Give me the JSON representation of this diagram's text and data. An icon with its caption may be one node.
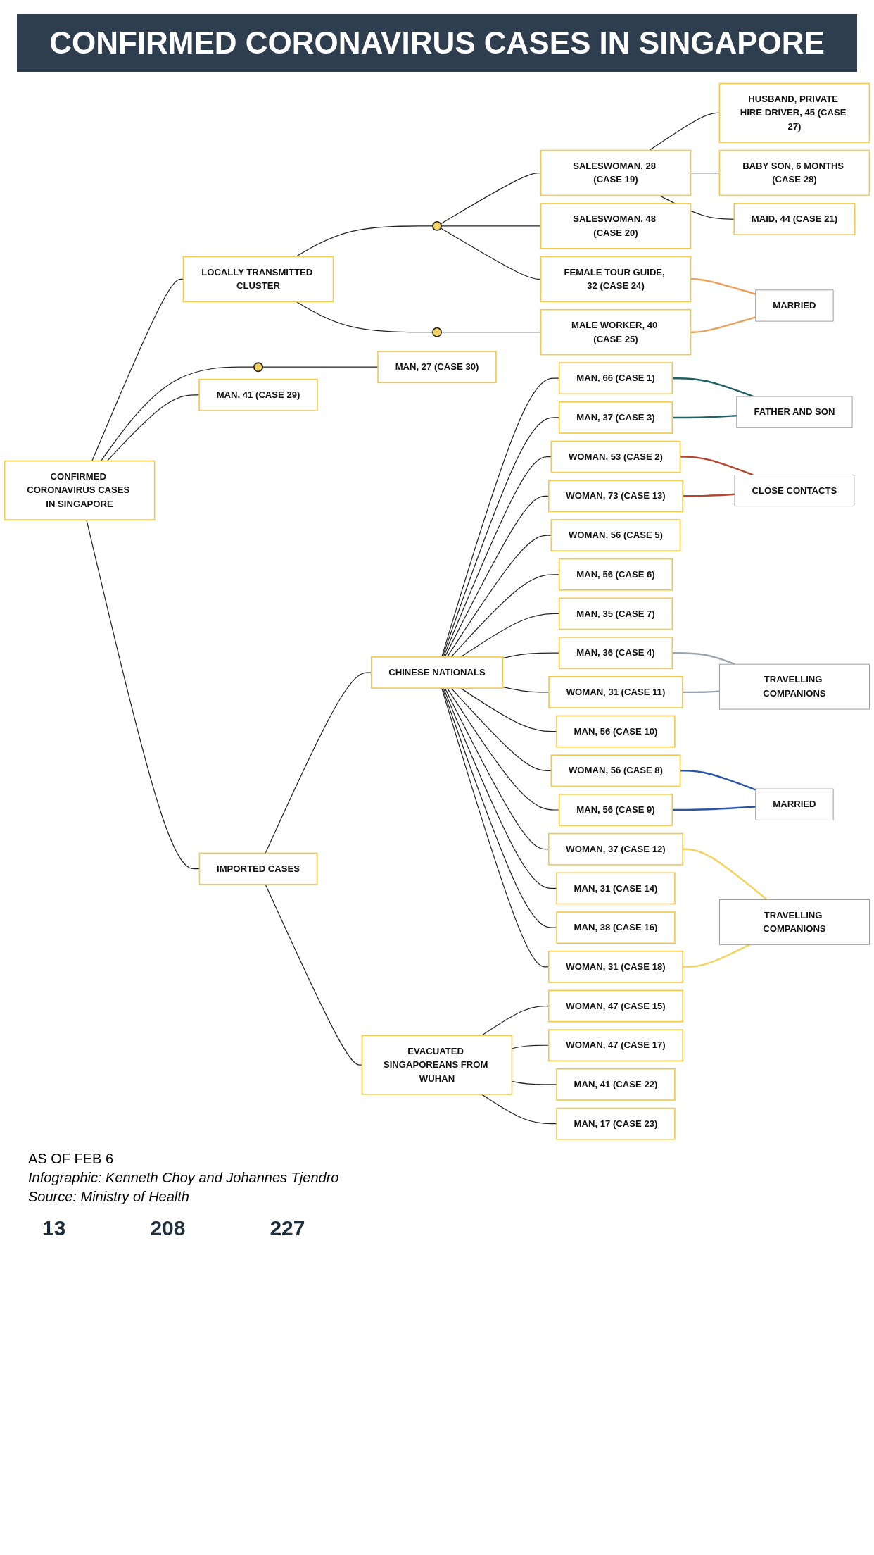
{
  "diagram": {
    "title": "CONFIRMED CORONAVIRUS CASES IN SINGAPORE",
    "nodes": [
      {
        "text": [
          "CONFIRMED CORONAVIRUS CASES IN SINGAPORE"
        ]
      },
      {
        "text": [
          "LOCALLY TRANSMITTED CLUSTER"
        ]
      },
      {
        "text": [],
        "shape": "circle"
      },
      {
        "text": [
          "SALESWOMAN, 28 (CASE 19)"
        ]
      },
      {
        "text": [
          "HUSBAND, PRIVATE HIRE DRIVER, 45 (CASE 27)"
        ]
      },
      {
        "text": [
          "BABY SON, 6 MONTHS (CASE 28)"
        ]
      },
      {
        "text": [
          "MAID, 44 (CASE 21)"
        ]
      },
      {
        "text": [
          "SALESWOMAN, 48 (CASE 20)"
        ]
      },
      {
        "text": [
          "FEMALE TOUR GUIDE, 32 (CASE 24)"
        ]
      },
      {
        "text": [],
        "shape": "circle"
      },
      {
        "text": [
          "MALE WORKER, 40 (CASE 25)"
        ]
      },
      {
        "text": [
          "MARRIED"
        ]
      },
      {
        "text": [],
        "shape": "circle"
      },
      {
        "text": [
          "MAN, 27 (CASE 30)"
        ]
      },
      {
        "text": [
          "MAN, 41 (CASE 29)"
        ]
      },
      {
        "text": [
          "IMPORTED CASES"
        ]
      },
      {
        "text": [
          "CHINESE NATIONALS"
        ]
      },
      {
        "text": [
          "MAN, 66 (CASE 1)"
        ]
      },
      {
        "text": [
          "WOMAN, 53 (CASE 2)"
        ]
      },
      {
        "text": [
          "MAN, 37 (CASE 3)"
        ]
      },
      {
        "text": [
          "MAN, 36 (CASE 4)"
        ]
      },
      {
        "text": [
          "WOMAN, 56 (CASE 5)"
        ]
      },
      {
        "text": [
          "MAN, 56 (CASE 6)"
        ]
      },
      {
        "text": [
          "MAN, 35 (CASE 7)"
        ]
      },
      {
        "text": [
          "WOMAN, 56 (CASE 8)"
        ]
      },
      {
        "text": [
          "MAN, 56 (CASE 9)"
        ]
      },
      {
        "text": [
          "MAN, 56 (CASE 10)"
        ]
      },
      {
        "text": [
          "WOMAN, 31 (CASE 11)"
        ]
      },
      {
        "text": [
          "WOMAN, 37 (CASE 12)"
        ]
      },
      {
        "text": [
          "WOMAN, 73 (CASE 13)"
        ]
      },
      {
        "text": [
          "MAN, 31 (CASE 14)"
        ]
      },
      {
        "text": [
          "MAN, 38 (CASE 16)"
        ]
      },
      {
        "text": [
          "WOMAN, 31 (CASE 18)"
        ]
      },
      {
        "text": [
          "FATHER AND SON"
        ]
      },
      {
        "text": [
          "TRAVELLING COMPANIONS"
        ]
      },
      {
        "text": [
          "MARRIED"
        ]
      },
      {
        "text": [
          "CLOSE CONTACTS"
        ]
      },
      {
        "text": [
          "TRAVELLING COMPANIONS"
        ]
      },
      {
        "text": [
          "EVACUATED SINGAPOREANS FROM WUHAN"
        ]
      },
      {
        "text": [
          "WOMAN, 47 (CASE 15)"
        ]
      },
      {
        "text": [
          "WOMAN, 47 (CASE 17)"
        ]
      },
      {
        "text": [
          "MAN, 41 (CASE 22)"
        ]
      },
      {
        "text": [
          "MAN, 17 (CASE 23)"
        ]
      }
    ],
    "edges": [
      {
        "from": 0,
        "to": 1,
        "arrow": "none"
      },
      {
        "from": 0,
        "to": 12,
        "arrow": "none"
      },
      {
        "from": 0,
        "to": 14,
        "arrow": "none"
      },
      {
        "from": 0,
        "to": 15,
        "arrow": "none"
      },
      {
        "from": 1,
        "to": 2,
        "arrow": "none"
      },
      {
        "from": 1,
        "to": 9,
        "arrow": "none"
      },
      {
        "from": 2,
        "to": 3,
        "arrow": "none"
      },
      {
        "from": 2,
        "to": 7,
        "arrow": "none"
      },
      {
        "from": 2,
        "to": 8,
        "arrow": "none"
      },
      {
        "from": 3,
        "to": 4,
        "arrow": "none"
      },
      {
        "from": 3,
        "to": 5,
        "arrow": "none"
      },
      {
        "from": 3,
        "to": 6,
        "arrow": "none"
      },
      {
        "from": 9,
        "to": 10,
        "arrow": "none"
      },
      {
        "from": 8,
        "to": 11,
        "arrow": "none",
        "color": "#e8a05a"
      },
      {
        "from": 10,
        "to": 11,
        "arrow": "none",
        "color": "#e8a05a"
      },
      {
        "from": 12,
        "to": 13,
        "arrow": "none"
      },
      {
        "from": 15,
        "to": 16,
        "arrow": "none"
      },
      {
        "from": 15,
        "to": 38,
        "arrow": "none"
      },
      {
        "from": 16,
        "to": 17,
        "arrow": "none"
      },
      {
        "from": 16,
        "to": 18,
        "arrow": "none"
      },
      {
        "from": 16,
        "to": 19,
        "arrow": "none"
      },
      {
        "from": 16,
        "to": 20,
        "arrow": "none"
      },
      {
        "from": 16,
        "to": 21,
        "arrow": "none"
      },
      {
        "from": 16,
        "to": 22,
        "arrow": "none"
      },
      {
        "from": 16,
        "to": 23,
        "arrow": "none"
      },
      {
        "from": 16,
        "to": 24,
        "arrow": "none"
      },
      {
        "from": 16,
        "to": 25,
        "arrow": "none"
      },
      {
        "from": 16,
        "to": 26,
        "arrow": "none"
      },
      {
        "from": 16,
        "to": 27,
        "arrow": "none"
      },
      {
        "from": 16,
        "to": 28,
        "arrow": "none"
      },
      {
        "from": 16,
        "to": 29,
        "arrow": "none"
      },
      {
        "from": 16,
        "to": 30,
        "arrow": "none"
      },
      {
        "from": 16,
        "to": 31,
        "arrow": "none"
      },
      {
        "from": 16,
        "to": 32,
        "arrow": "none"
      },
      {
        "from": 17,
        "to": 33,
        "arrow": "none",
        "color": "#1f5f66"
      },
      {
        "from": 19,
        "to": 33,
        "arrow": "none",
        "color": "#1f5f66"
      },
      {
        "from": 20,
        "to": 34,
        "arrow": "none",
        "color": "#9aa5b1"
      },
      {
        "from": 27,
        "to": 34,
        "arrow": "none",
        "color": "#9aa5b1"
      },
      {
        "from": 24,
        "to": 35,
        "arrow": "none",
        "color": "#2a55a8"
      },
      {
        "from": 25,
        "to": 35,
        "arrow": "none",
        "color": "#2a55a8"
      },
      {
        "from": 18,
        "to": 36,
        "arrow": "none",
        "color": "#b5462f"
      },
      {
        "from": 29,
        "to": 36,
        "arrow": "none",
        "color": "#b5462f"
      },
      {
        "from": 28,
        "to": 37,
        "arrow": "none",
        "color": "#f4d35e"
      },
      {
        "from": 32,
        "to": 37,
        "arrow": "none",
        "color": "#f4d35e"
      },
      {
        "from": 38,
        "to": 39,
        "arrow": "none"
      },
      {
        "from": 38,
        "to": 40,
        "arrow": "none"
      },
      {
        "from": 38,
        "to": 41,
        "arrow": "none"
      },
      {
        "from": 38,
        "to": 42,
        "arrow": "none"
      }
    ],
    "labels": [
      "AS OF FEB 6",
      "Infographic: Kenneth Choy and Johannes Tjendro",
      "Source: Ministry of Health",
      "13",
      "208",
      "227"
    ]
  }
}
